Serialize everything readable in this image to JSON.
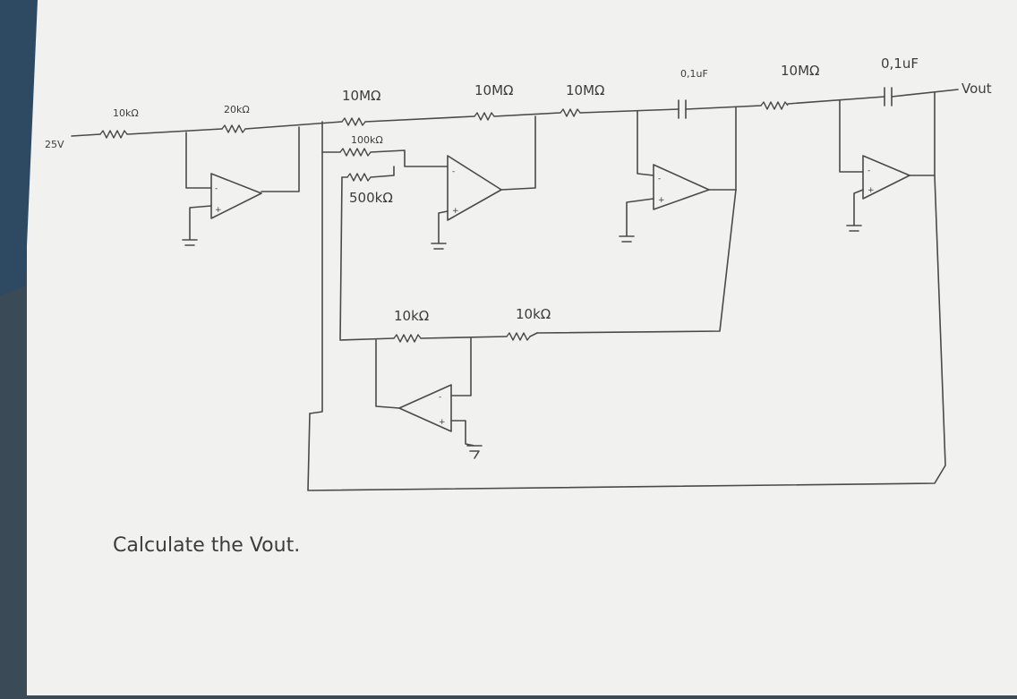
{
  "diagram": {
    "labels": {
      "source": "25V",
      "r_input": "10kΩ",
      "r_feedback_1": "20kΩ",
      "r_10M_1": "10MΩ",
      "r_100k": "100kΩ",
      "r_500k": "500kΩ",
      "r_10M_2": "10MΩ",
      "r_10M_3": "10MΩ",
      "c_1": "0,1uF",
      "r_10M_4": "10MΩ",
      "c_2": "0,1uF",
      "output": "Vout",
      "r_10k_a": "10kΩ",
      "r_10k_b": "10kΩ"
    },
    "opamp_signs": {
      "minus": "-",
      "plus": "+"
    },
    "question": "Calculate the Vout."
  },
  "colors": {
    "paper": "#f1f1ef",
    "ink": "#4a4a4a",
    "background": "#3a4a56"
  }
}
